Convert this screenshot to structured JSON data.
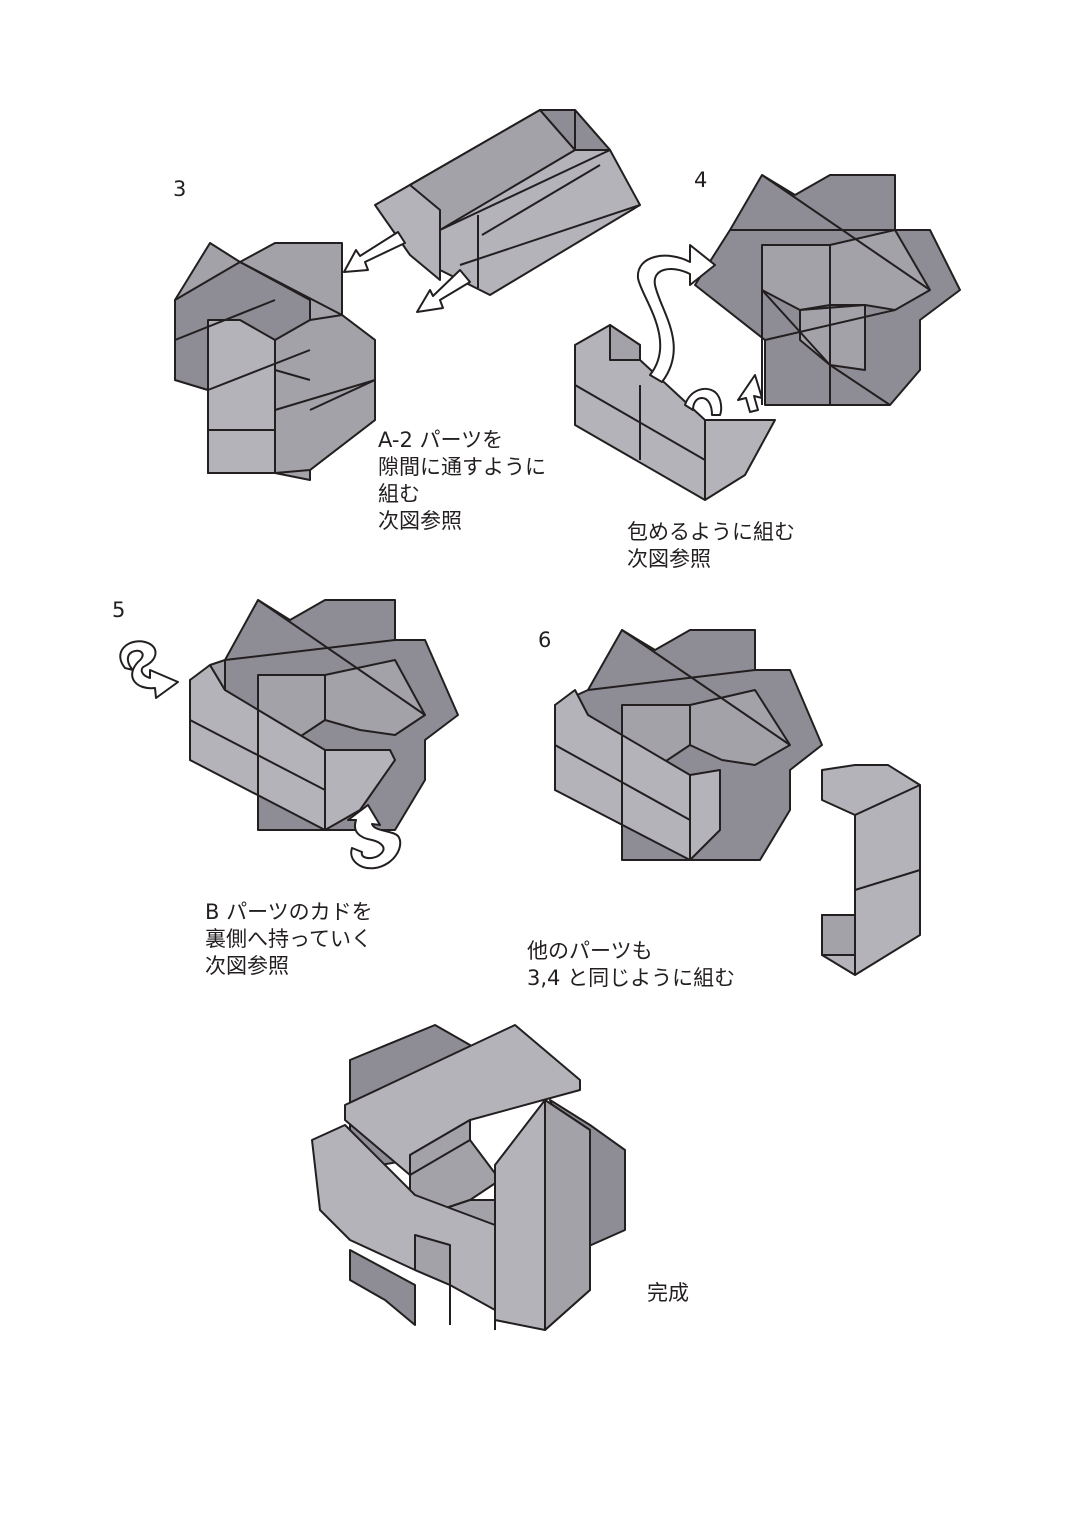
{
  "steps": [
    {
      "number": "3",
      "caption": [
        "A-2 パーツを",
        "隙間に通すように",
        "組む",
        "次図参照"
      ]
    },
    {
      "number": "4",
      "caption": [
        "包めるように組む",
        "次図参照"
      ]
    },
    {
      "number": "5",
      "caption": [
        "B パーツのカドを",
        "裏側へ持っていく",
        "次図参照"
      ]
    },
    {
      "number": "6",
      "caption": [
        "他のパーツも",
        "3,4 と同じように組む"
      ]
    }
  ],
  "final": {
    "caption": "完成"
  },
  "colors": {
    "line": "#231f20",
    "paper_dark": "#8e8c94",
    "paper_mid": "#a4a2a9",
    "paper_light": "#b5b3ba",
    "arrow_fill": "#ffffff"
  }
}
